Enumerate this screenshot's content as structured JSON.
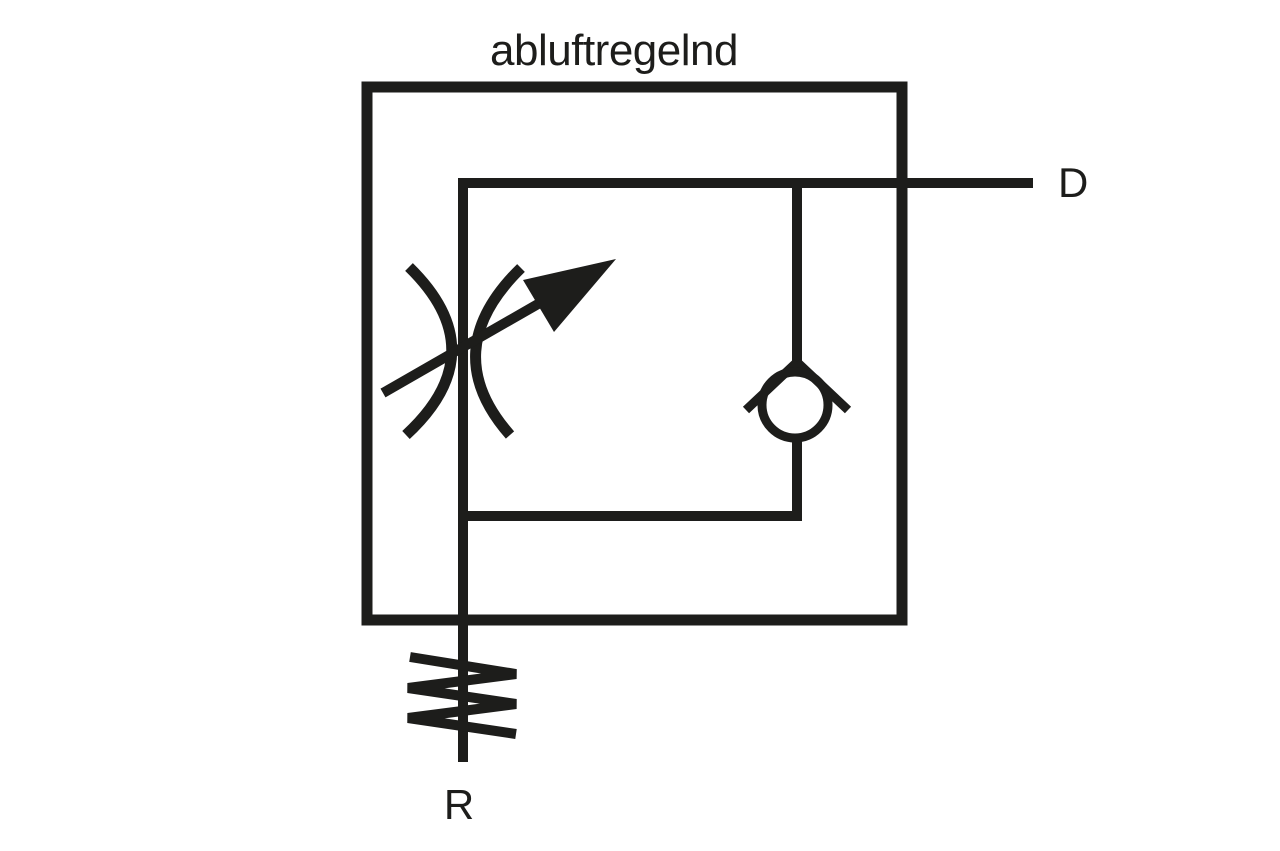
{
  "diagram": {
    "title": "abluftregelnd",
    "ports": {
      "outlet_label": "D",
      "exhaust_label": "R"
    },
    "symbols": [
      {
        "name": "variable-throttle-icon"
      },
      {
        "name": "check-valve-icon"
      },
      {
        "name": "spring-icon"
      }
    ],
    "colors": {
      "ink": "#1d1d1b",
      "background": "#ffffff"
    }
  }
}
